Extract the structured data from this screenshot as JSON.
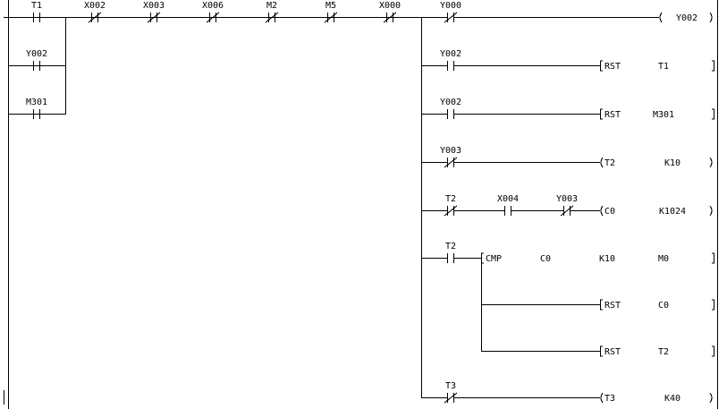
{
  "left_contacts": [
    {
      "label": "T1",
      "type": "no"
    },
    {
      "label": "X002",
      "type": "nc"
    },
    {
      "label": "X003",
      "type": "nc"
    },
    {
      "label": "X006",
      "type": "nc"
    },
    {
      "label": "M2",
      "type": "nc"
    },
    {
      "label": "M5",
      "type": "nc"
    },
    {
      "label": "X000",
      "type": "nc"
    }
  ],
  "parallel_contacts": [
    {
      "label": "Y002",
      "type": "no"
    },
    {
      "label": "M301",
      "type": "no"
    }
  ],
  "rungs": [
    {
      "contacts": [
        {
          "label": "Y000",
          "type": "nc"
        }
      ],
      "output": {
        "kind": "coil",
        "op": "",
        "args": [
          "Y002"
        ]
      }
    },
    {
      "contacts": [
        {
          "label": "Y002",
          "type": "no"
        }
      ],
      "output": {
        "kind": "box",
        "op": "RST",
        "args": [
          "T1"
        ]
      }
    },
    {
      "contacts": [
        {
          "label": "Y002",
          "type": "no"
        }
      ],
      "output": {
        "kind": "box",
        "op": "RST",
        "args": [
          "M301"
        ]
      }
    },
    {
      "contacts": [
        {
          "label": "Y003",
          "type": "nc"
        }
      ],
      "output": {
        "kind": "coil",
        "op": "T2",
        "args": [
          "K10"
        ]
      }
    },
    {
      "contacts": [
        {
          "label": "T2",
          "type": "nc"
        },
        {
          "label": "X004",
          "type": "no"
        },
        {
          "label": "Y003",
          "type": "nc"
        }
      ],
      "output": {
        "kind": "coil",
        "op": "C0",
        "args": [
          "K1024"
        ]
      }
    },
    {
      "contacts": [
        {
          "label": "T2",
          "type": "no"
        }
      ],
      "output": {
        "kind": "box",
        "op": "CMP",
        "args": [
          "C0",
          "K10",
          "M0"
        ]
      }
    },
    {
      "contacts": [],
      "output": {
        "kind": "box",
        "op": "RST",
        "args": [
          "C0"
        ]
      }
    },
    {
      "contacts": [],
      "output": {
        "kind": "box",
        "op": "RST",
        "args": [
          "T2"
        ]
      }
    },
    {
      "contacts": [
        {
          "label": "T3",
          "type": "nc"
        }
      ],
      "output": {
        "kind": "coil",
        "op": "T3",
        "args": [
          "K40"
        ]
      }
    }
  ]
}
